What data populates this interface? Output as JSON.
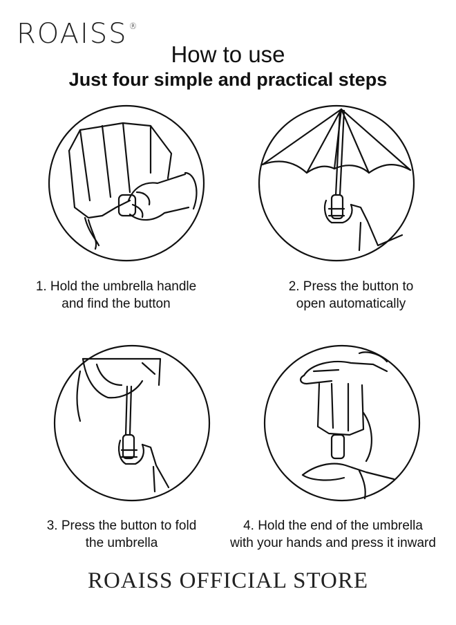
{
  "brand": {
    "name": "ROAISS",
    "mark": "®"
  },
  "header": {
    "title": "How to use",
    "subtitle": "Just four simple and practical steps"
  },
  "steps": [
    {
      "line1": "1. Hold the umbrella handle",
      "line2": "and find the button",
      "icon": "hand-holding-folded-umbrella-icon"
    },
    {
      "line1": "2. Press the button to",
      "line2": "open automatically",
      "icon": "hand-holding-open-umbrella-icon"
    },
    {
      "line1": "3. Press the button to fold",
      "line2": "the umbrella",
      "icon": "hand-folding-umbrella-icon"
    },
    {
      "line1": "4. Hold the end of the umbrella",
      "line2": "with your hands and press it inward",
      "icon": "hands-closing-umbrella-icon"
    }
  ],
  "footer": {
    "text": "ROAISS OFFICIAL STORE"
  }
}
